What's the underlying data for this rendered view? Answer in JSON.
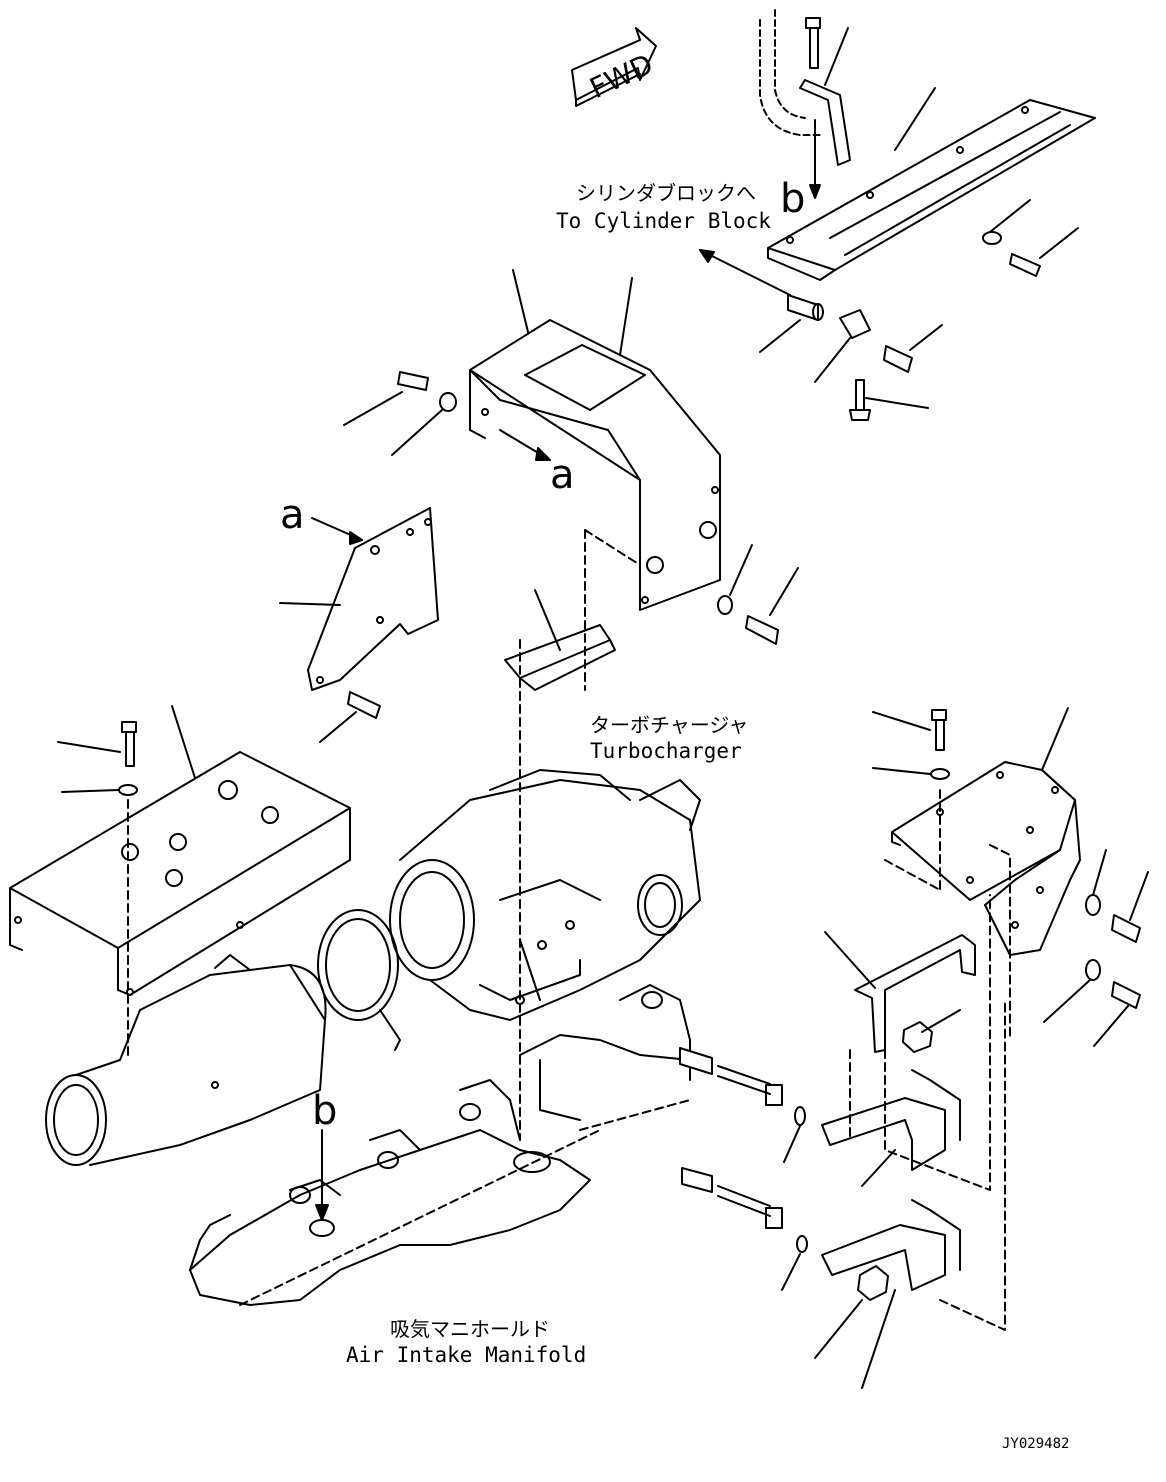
{
  "drawing": {
    "fwd_label": "FWD",
    "code": "JY029482",
    "labels": {
      "cylinder_block_jp": "シリンダブロックへ",
      "cylinder_block_en": "To Cylinder Block",
      "turbocharger_jp": "ターボチャージャ",
      "turbocharger_en": "Turbocharger",
      "intake_manifold_jp": "吸気マニホールド",
      "intake_manifold_en": "Air Intake Manifold"
    },
    "callouts": {
      "a": "a",
      "b": "b"
    }
  }
}
